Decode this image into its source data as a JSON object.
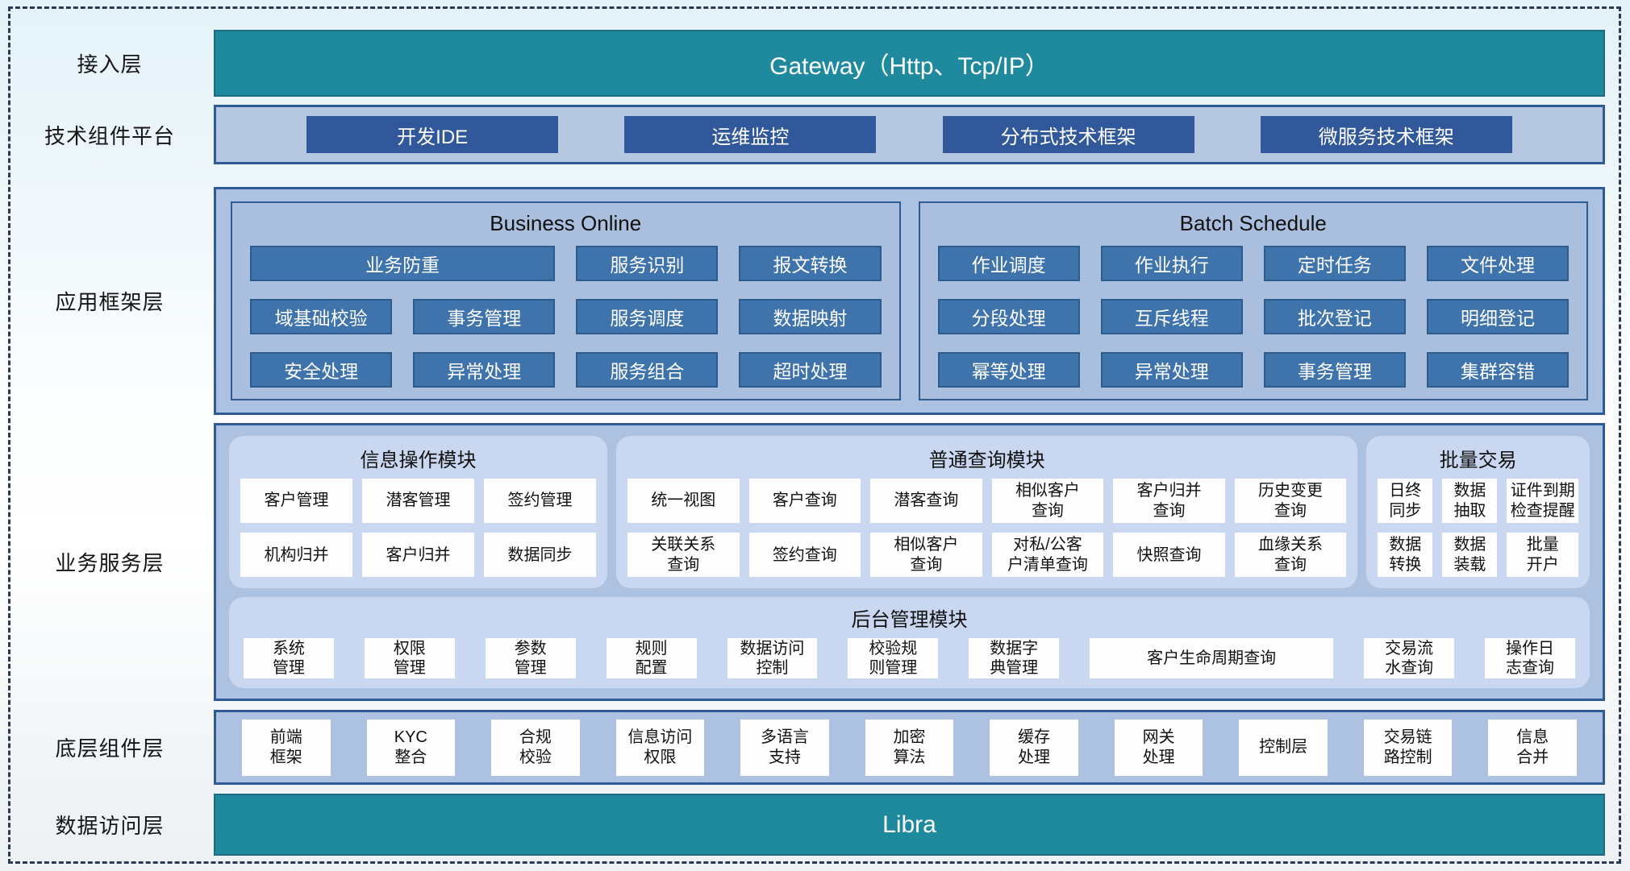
{
  "colors": {
    "teal_bar": "#1F8A9E",
    "navy_button": "#31589B",
    "mid_button": "#3F73AB",
    "container_bg": "#ADC2E0",
    "panel_bg": "#C9D7F0",
    "border_blue": "#2E5B96",
    "frame_dash": "#2B3A52"
  },
  "layers": {
    "access": {
      "label": "接入层",
      "bar": "Gateway（Http、Tcp/IP）"
    },
    "tech_platform": {
      "label": "技术组件平台",
      "items": [
        "开发IDE",
        "运维监控",
        "分布式技术框架",
        "微服务技术框架"
      ]
    },
    "app_framework": {
      "label": "应用框架层",
      "business_online": {
        "title": "Business Online",
        "buttons": [
          "业务防重",
          "服务识别",
          "报文转换",
          "域基础校验",
          "事务管理",
          "服务调度",
          "数据映射",
          "安全处理",
          "异常处理",
          "服务组合",
          "超时处理"
        ]
      },
      "batch_schedule": {
        "title": "Batch Schedule",
        "buttons": [
          "作业调度",
          "作业执行",
          "定时任务",
          "文件处理",
          "分段处理",
          "互斥线程",
          "批次登记",
          "明细登记",
          "幂等处理",
          "异常处理",
          "事务管理",
          "集群容错"
        ]
      }
    },
    "business_service": {
      "label": "业务服务层",
      "info_module": {
        "title": "信息操作模块",
        "buttons": [
          "客户管理",
          "潜客管理",
          "签约管理",
          "机构归并",
          "客户归并",
          "数据同步"
        ]
      },
      "query_module": {
        "title": "普通查询模块",
        "buttons": [
          "统一视图",
          "客户查询",
          "潜客查询",
          "相似客户\n查询",
          "客户归并\n查询",
          "历史变更\n查询",
          "关联关系\n查询",
          "签约查询",
          "相似客户\n查询",
          "对私/公客\n户清单查询",
          "快照查询",
          "血缘关系\n查询"
        ]
      },
      "batch_trade": {
        "title": "批量交易",
        "buttons": [
          "日终\n同步",
          "数据\n抽取",
          "证件到期\n检查提醒",
          "数据\n转换",
          "数据\n装载",
          "批量\n开户"
        ]
      },
      "admin_module": {
        "title": "后台管理模块",
        "buttons": [
          "系统\n管理",
          "权限\n管理",
          "参数\n管理",
          "规则\n配置",
          "数据访问\n控制",
          "校验规\n则管理",
          "数据字\n典管理",
          "客户生命周期查询",
          "交易流\n水查询",
          "操作日\n志查询"
        ]
      }
    },
    "bottom_components": {
      "label": "底层组件层",
      "items": [
        "前端\n框架",
        "KYC\n整合",
        "合规\n校验",
        "信息访问\n权限",
        "多语言\n支持",
        "加密\n算法",
        "缓存\n处理",
        "网关\n处理",
        "控制层",
        "交易链\n路控制",
        "信息\n合并"
      ]
    },
    "data_access": {
      "label": "数据访问层",
      "bar": "Libra"
    }
  }
}
